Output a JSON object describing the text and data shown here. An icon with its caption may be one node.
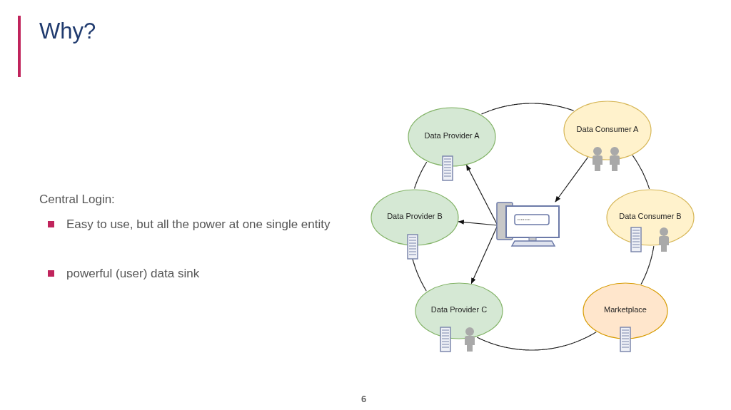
{
  "diagram": {
    "title": "Why?",
    "nodes": [
      {
        "text": [
          "Data Provider A"
        ]
      },
      {
        "text": [
          "Data Consumer A"
        ]
      },
      {
        "text": [
          "Data Provider B"
        ]
      },
      {
        "text": [],
        "shape": "computer"
      },
      {
        "text": [
          "Data Consumer B"
        ]
      },
      {
        "text": [
          "Data Provider C"
        ]
      },
      {
        "text": [
          "Marketplace"
        ]
      }
    ],
    "edges": [
      {
        "from": 0,
        "to": 1,
        "arrow": "none"
      },
      {
        "from": 1,
        "to": 4,
        "arrow": "none"
      },
      {
        "from": 4,
        "to": 6,
        "arrow": "none"
      },
      {
        "from": 6,
        "to": 5,
        "arrow": "none"
      },
      {
        "from": 5,
        "to": 2,
        "arrow": "none"
      },
      {
        "from": 2,
        "to": 0,
        "arrow": "none"
      },
      {
        "from": 3,
        "to": 0,
        "arrow": "to"
      },
      {
        "from": 3,
        "to": 2,
        "arrow": "to"
      },
      {
        "from": 3,
        "to": 5,
        "arrow": "to"
      },
      {
        "from": 1,
        "to": 3,
        "arrow": "to"
      }
    ],
    "labels": [
      "Central Login:",
      "Easy to use, but all the power at one single entity",
      "powerful (user) data sink",
      "6"
    ]
  }
}
